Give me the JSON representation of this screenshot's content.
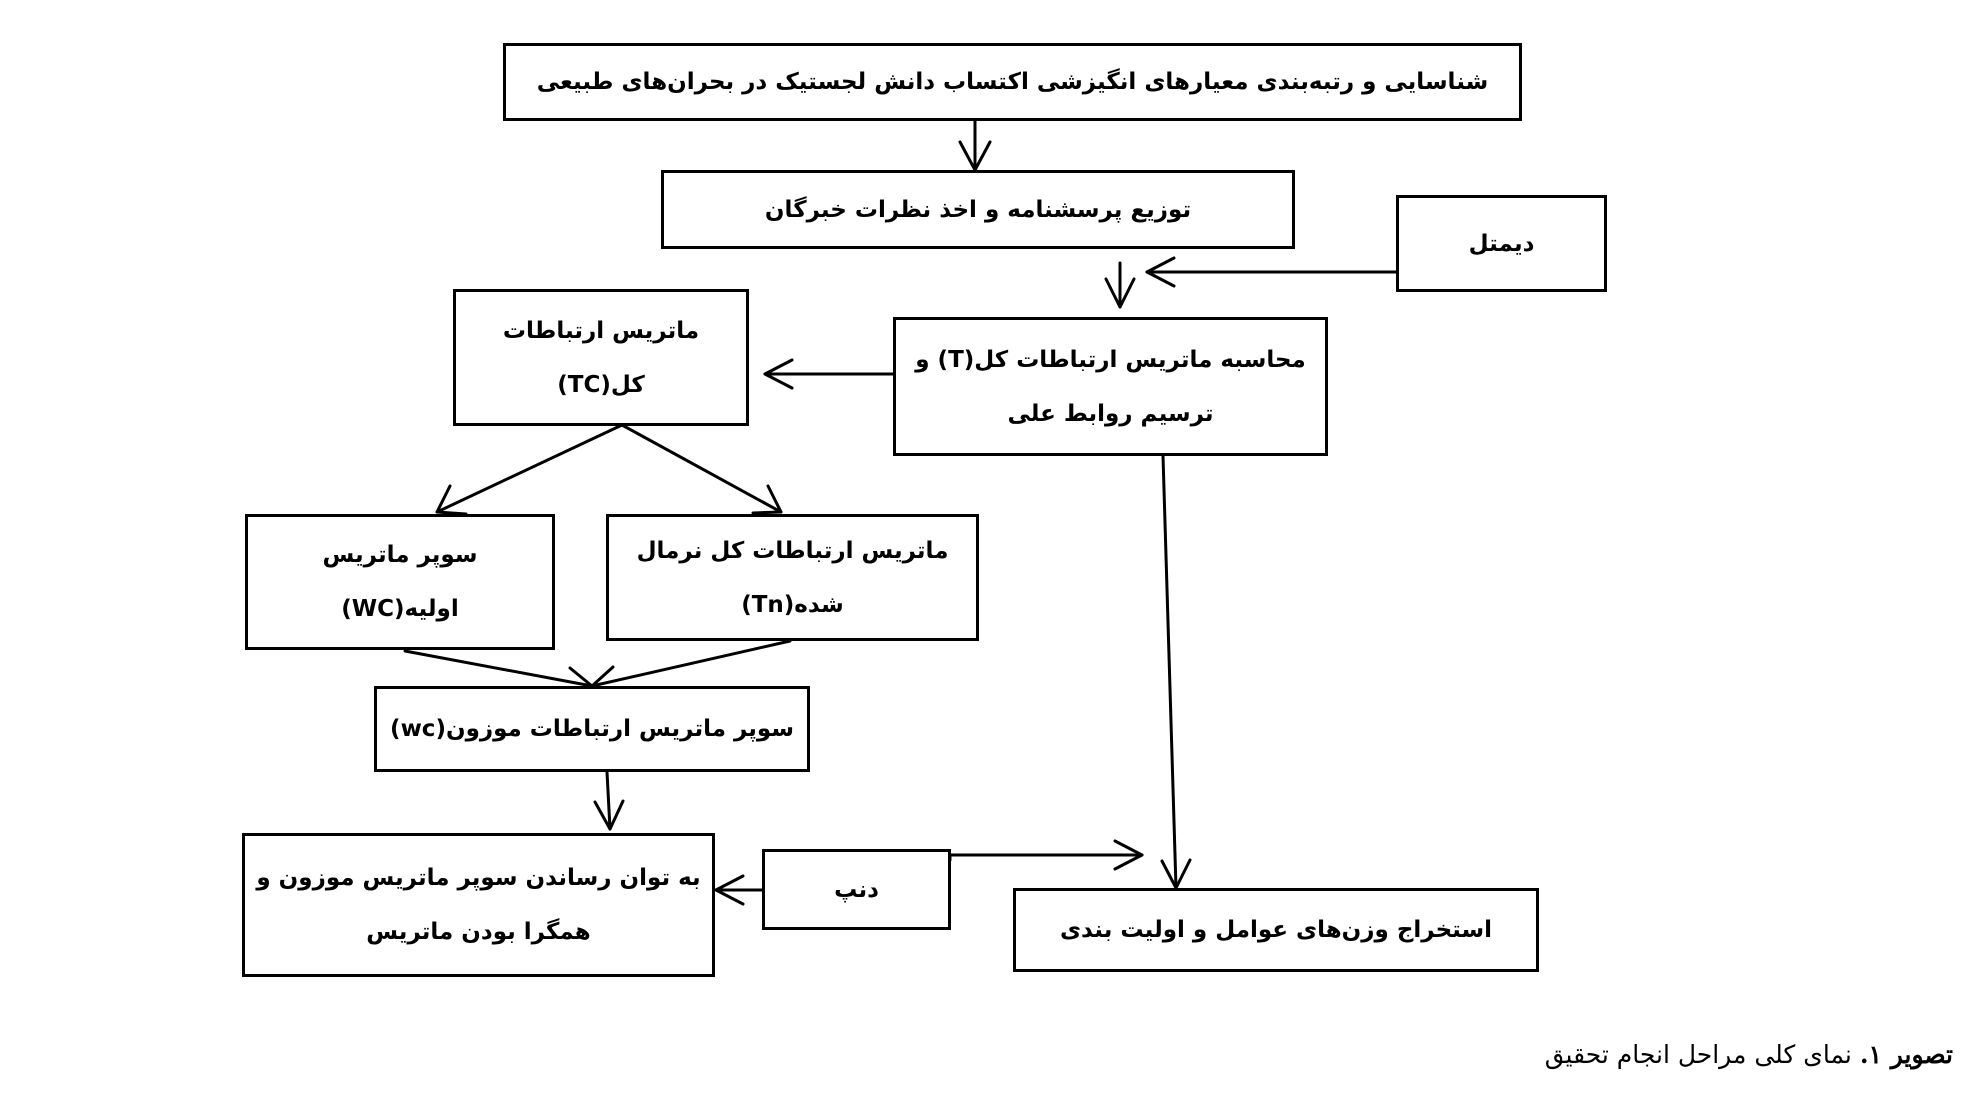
{
  "diagram": {
    "title_box": "شناسایی و رتبه‌بندی معیارهای انگیزشی اکتساب دانش لجستیک  در بحران‌های طبیعی",
    "questionnaire_box": "توزیع پرسشنامه و اخذ نظرات خبرگان",
    "dematel_box": "دیمتل",
    "total_relation_calc_box": {
      "line1": "محاسبه ماتریس ارتباطات کل(T)  و",
      "line2": "ترسیم روابط علی"
    },
    "tc_matrix_box": {
      "line1": "ماتریس ارتباطات",
      "line2": "کل(TC)"
    },
    "initial_supermatrix_box": {
      "line1": "سوپر ماتریس",
      "line2": "اولیه(WC)"
    },
    "normalized_matrix_box": {
      "line1": "ماتریس ارتباطات کل نرمال",
      "line2": "شده(Tn)"
    },
    "weighted_supermatrix_box": "سوپر ماتریس ارتباطات موزون(wc)",
    "power_box": {
      "line1": "به توان رساندن سوپر ماتریس موزون و",
      "line2": "همگرا بودن ماتریس"
    },
    "dnp_box": "دنپ",
    "weights_box": "استخراج وزن‌های عوامل و اولیت بندی"
  },
  "caption": {
    "label": "تصویر ۱.",
    "text": " نمای کلی مراحل انجام تحقیق"
  }
}
